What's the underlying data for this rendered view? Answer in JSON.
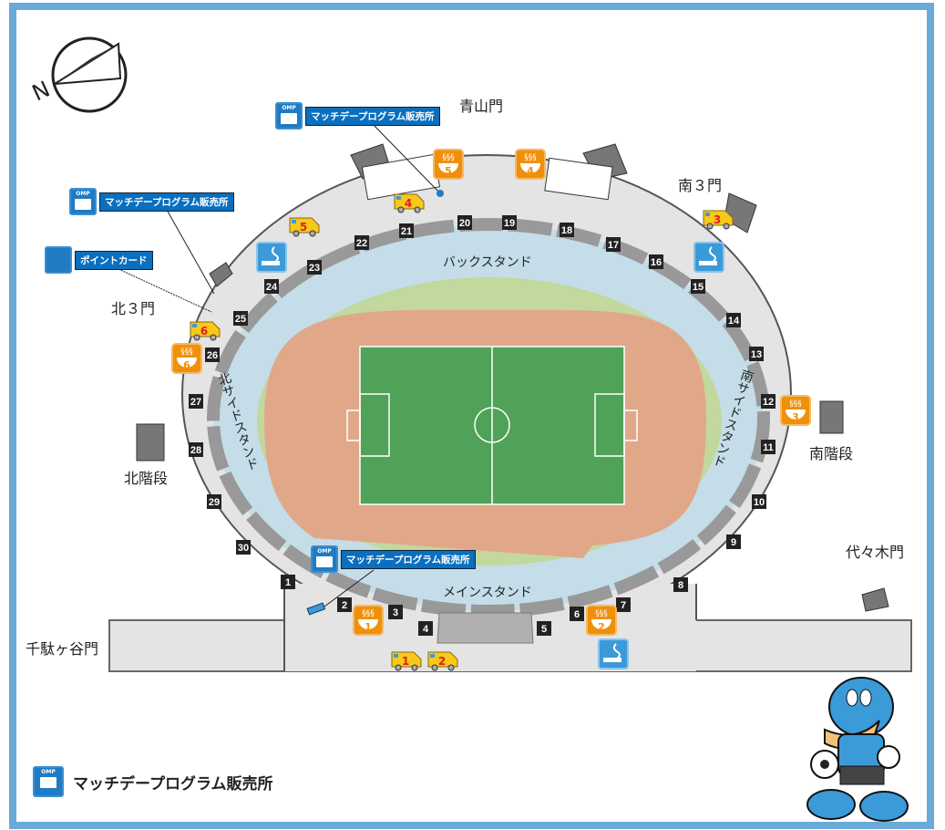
{
  "gates": {
    "aoyama": "青山門",
    "south3": "南３門",
    "north3": "北３門",
    "south_stairs": "南階段",
    "north_stairs": "北階段",
    "yoyogi": "代々木門",
    "sendagaya": "千駄ヶ谷門"
  },
  "stands": {
    "back": "バックスタンド",
    "main": "メインスタンド",
    "north_side": "北サイドスタンド",
    "south_side": "南サイドスタンド"
  },
  "entrance_numbers": [
    "1",
    "2",
    "3",
    "4",
    "5",
    "6",
    "7",
    "8",
    "9",
    "10",
    "11",
    "12",
    "13",
    "14",
    "15",
    "16",
    "17",
    "18",
    "19",
    "20",
    "21",
    "22",
    "23",
    "24",
    "25",
    "26",
    "27",
    "28",
    "29",
    "30"
  ],
  "food_stalls": [
    "1",
    "2",
    "3",
    "4",
    "5",
    "6"
  ],
  "food_trucks": [
    "1",
    "2",
    "3",
    "4",
    "5",
    "6"
  ],
  "callouts": {
    "program_sales": "マッチデープログラム販売所",
    "point_card": "ポイントカード",
    "omp_badge": "OMP"
  },
  "compass": {
    "north": "N"
  },
  "legend": {
    "program_sales": "マッチデープログラム販売所"
  },
  "colors": {
    "frame": "#6aaad8",
    "food": "#f0900a",
    "smoking": "#3b9ad8",
    "truck": "#f8c81a",
    "track": "#e0a888",
    "pitch": "#4fa257",
    "moat": "#c4dde8"
  }
}
